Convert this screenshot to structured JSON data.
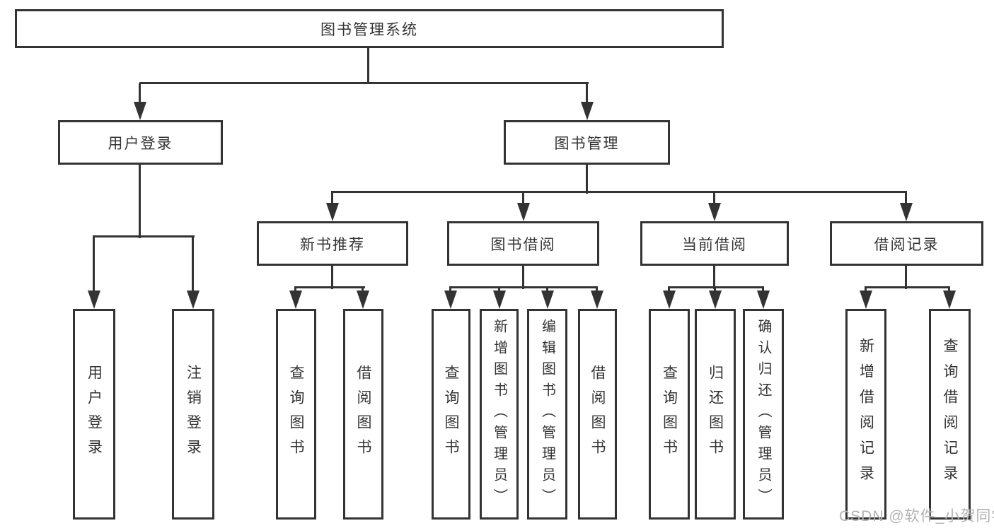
{
  "diagram": {
    "root": {
      "label": "图书管理系统"
    },
    "level2": [
      {
        "label": "用户登录"
      },
      {
        "label": "图书管理"
      }
    ],
    "level3": [
      {
        "label": "新书推荐"
      },
      {
        "label": "图书借阅"
      },
      {
        "label": "当前借阅"
      },
      {
        "label": "借阅记录"
      }
    ],
    "leaves": {
      "user_login": [
        {
          "label": "用户登录"
        },
        {
          "label": "注销登录"
        }
      ],
      "new_book_recommend": [
        {
          "label": "查询图书"
        },
        {
          "label": "借阅图书"
        }
      ],
      "book_borrowing": [
        {
          "label": "查询图书"
        },
        {
          "label": "新增图书（管理员）"
        },
        {
          "label": "编辑图书（管理员）"
        },
        {
          "label": "借阅图书"
        }
      ],
      "current_borrowing": [
        {
          "label": "查询图书"
        },
        {
          "label": "归还图书"
        },
        {
          "label": "确认归还（管理员）"
        }
      ],
      "borrowing_records": [
        {
          "label": "新增借阅记录"
        },
        {
          "label": "查询借阅记录"
        }
      ]
    }
  },
  "watermark": {
    "text": "CSDN @软件_小贺同学"
  },
  "colors": {
    "line": "#333333",
    "text": "#333333",
    "box_background": "#ffffff",
    "page_background": "#ffffff",
    "watermark": "#b3b3b3"
  }
}
